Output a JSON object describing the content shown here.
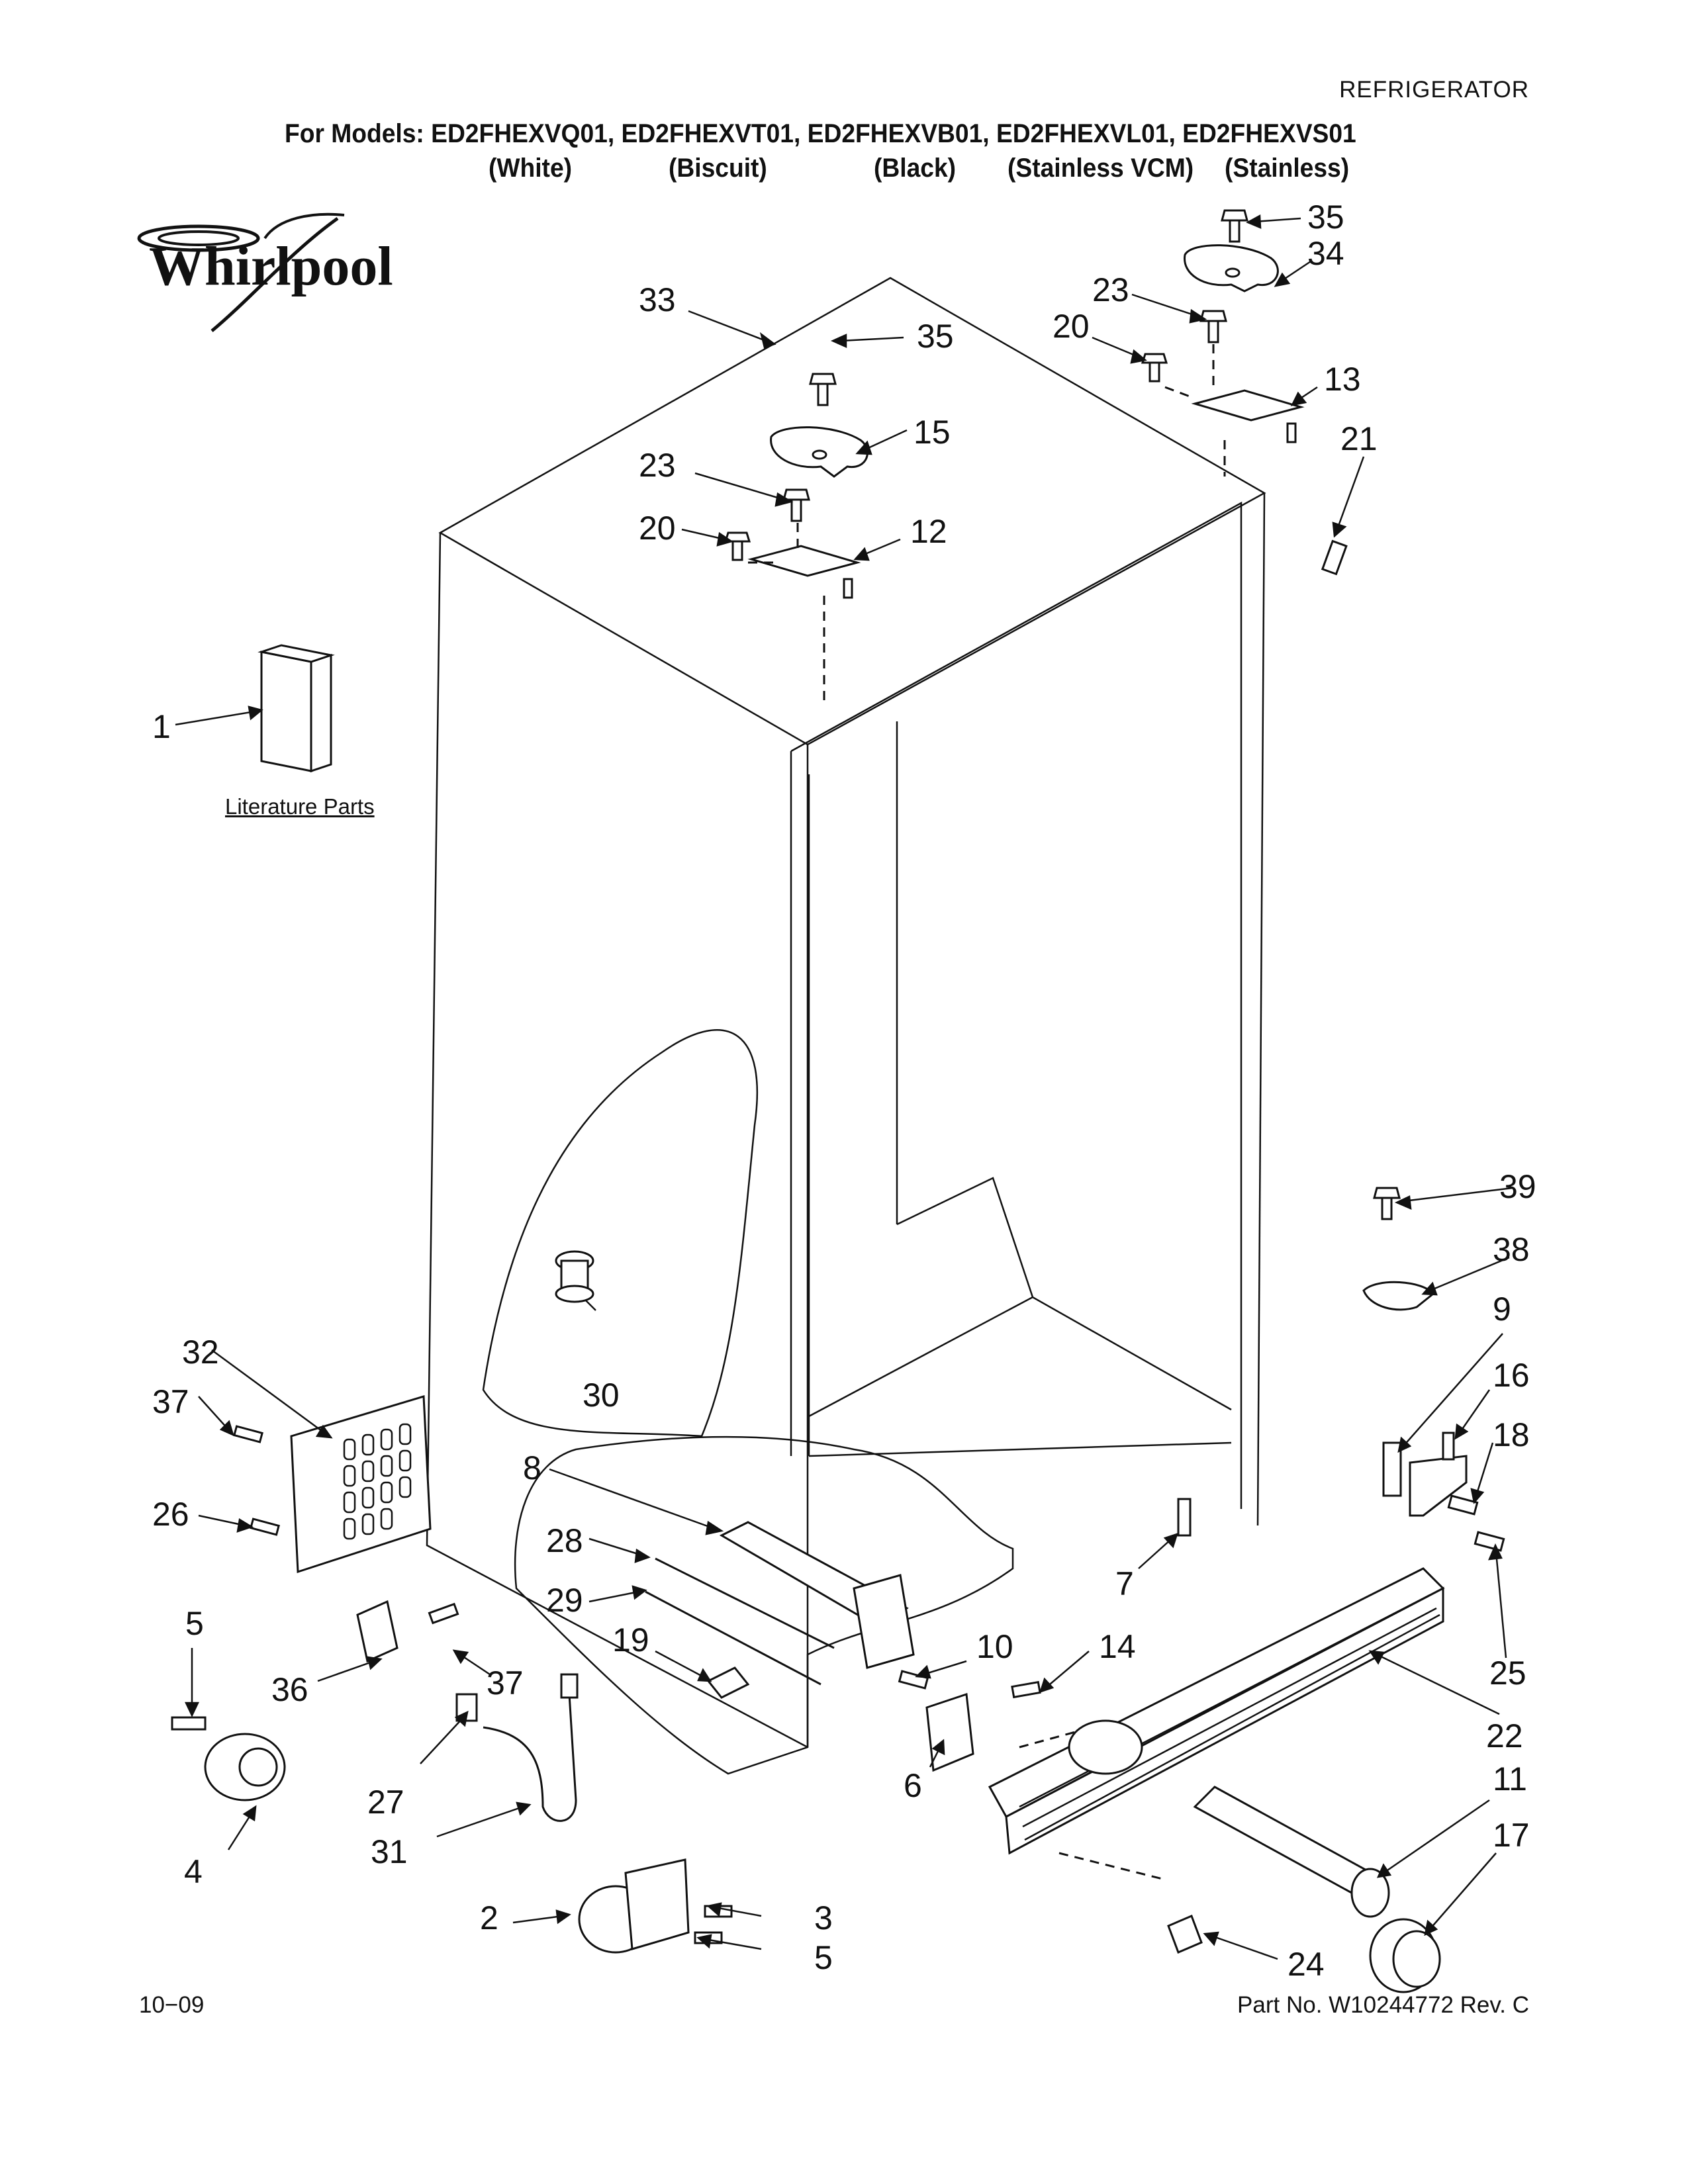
{
  "header": {
    "category": "REFRIGERATOR",
    "models_line": "For Models: ED2FHEXVQ01, ED2FHEXVT01, ED2FHEXVB01, ED2FHEXVL01, ED2FHEXVS01",
    "colors": [
      "(White)",
      "(Biscuit)",
      "(Black)",
      "(Stainless VCM)",
      "(Stainless)"
    ]
  },
  "logo": {
    "brand": "Whirlpool"
  },
  "literature_label": "Literature Parts",
  "callouts": {
    "c1": "1",
    "c2": "2",
    "c3": "3",
    "c4": "4",
    "c5a": "5",
    "c5b": "5",
    "c6": "6",
    "c7": "7",
    "c8": "8",
    "c9": "9",
    "c10": "10",
    "c11": "11",
    "c12": "12",
    "c13": "13",
    "c14": "14",
    "c15": "15",
    "c16": "16",
    "c17": "17",
    "c18": "18",
    "c19": "19",
    "c20a": "20",
    "c20b": "20",
    "c21": "21",
    "c22": "22",
    "c23a": "23",
    "c23b": "23",
    "c24": "24",
    "c25": "25",
    "c26": "26",
    "c27": "27",
    "c28": "28",
    "c29": "29",
    "c30": "30",
    "c31": "31",
    "c32": "32",
    "c33": "33",
    "c34": "34",
    "c35a": "35",
    "c35b": "35",
    "c36": "36",
    "c37a": "37",
    "c37b": "37",
    "c38": "38",
    "c39": "39"
  },
  "footer": {
    "date": "10−09",
    "part_number": "Part No. W10244772 Rev. C"
  }
}
